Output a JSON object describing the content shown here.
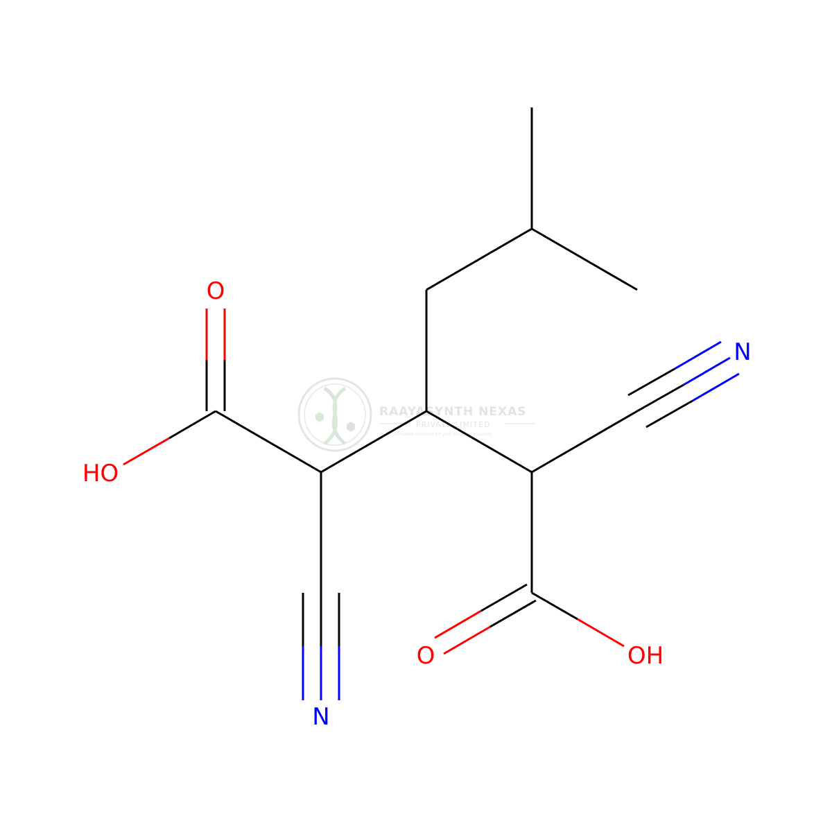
{
  "molecule": {
    "colors": {
      "bond": "#000000",
      "oxygen": "#ff0000",
      "nitrogen": "#0000ff",
      "watermark": "#cfd6d0"
    },
    "labels": {
      "o_top": "O",
      "ho_left": "HO",
      "n_right": "N",
      "n_bottom": "N",
      "o_bottom": "O",
      "oh_bottom": "OH"
    }
  },
  "watermark": {
    "title": "RAAYASYNTH NEXAS",
    "subtitle": "PRIVATE LIMITED",
    "tagline": "Complete solutions for your molecule's journey",
    "icon": "dna-helix-logo-icon"
  }
}
